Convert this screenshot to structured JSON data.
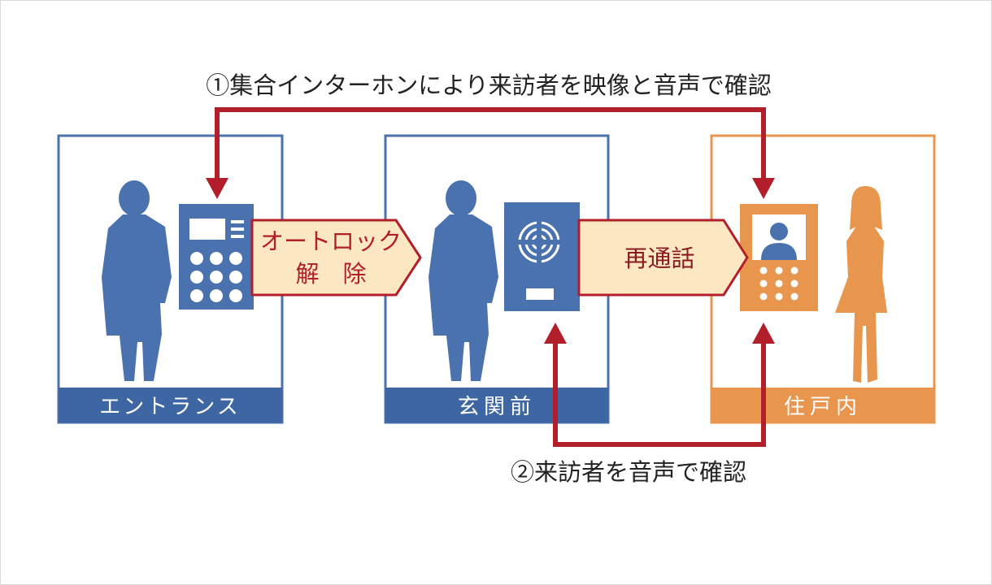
{
  "steps": {
    "step1": "①集合インターホンにより来訪者を映像と音声で確認",
    "step2": "②来訪者を音声で確認"
  },
  "zones": {
    "entrance": "エントランス",
    "front_door": "玄関前",
    "inside": "住戸内"
  },
  "actions": {
    "autolock_line1": "オートロック",
    "autolock_line2": "解　除",
    "recall": "再通話"
  },
  "colors": {
    "blue": "#4a72ae",
    "blue_dark": "#3e66a3",
    "orange": "#e8954e",
    "red": "#b31e2b",
    "cream": "#fbe8c2"
  },
  "icons": {
    "entrance_panel": "intercom-keypad-icon",
    "door_unit": "door-speaker-icon",
    "indoor_monitor": "video-monitor-icon"
  }
}
